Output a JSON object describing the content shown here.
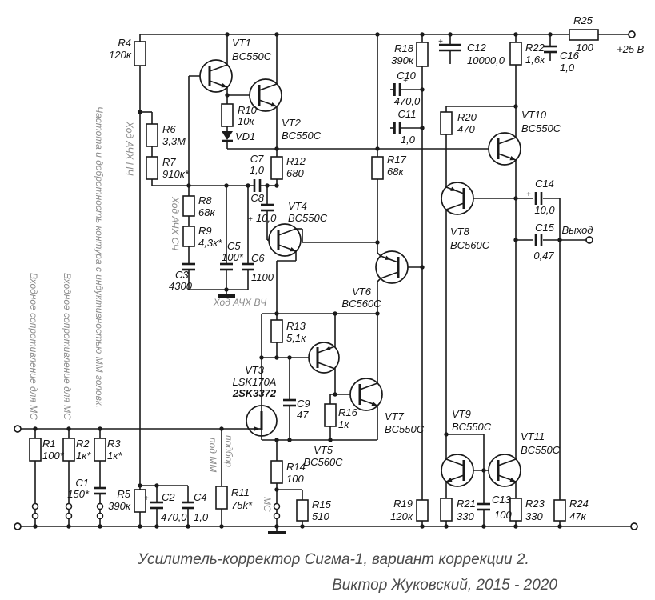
{
  "components": {
    "R1": {
      "label": "R1",
      "value": "100*"
    },
    "R2": {
      "label": "R2",
      "value": "1к*"
    },
    "R3": {
      "label": "R3",
      "value": "1к*"
    },
    "R4": {
      "label": "R4",
      "value": "120к"
    },
    "R5": {
      "label": "R5",
      "value": "390к"
    },
    "R6": {
      "label": "R6",
      "value": "3,3M"
    },
    "R7": {
      "label": "R7",
      "value": "910к*"
    },
    "R8": {
      "label": "R8",
      "value": "68к"
    },
    "R9": {
      "label": "R9",
      "value": "4,3к*"
    },
    "R10": {
      "label": "R10",
      "value": "10к"
    },
    "R11": {
      "label": "R11",
      "value": "75k*"
    },
    "R12": {
      "label": "R12",
      "value": "680"
    },
    "R13": {
      "label": "R13",
      "value": "5,1к"
    },
    "R14": {
      "label": "R14",
      "value": "100"
    },
    "R15": {
      "label": "R15",
      "value": "510"
    },
    "R16": {
      "label": "R16",
      "value": "1к"
    },
    "R17": {
      "label": "R17",
      "value": "68к"
    },
    "R18": {
      "label": "R18",
      "value": "390к"
    },
    "R19": {
      "label": "R19",
      "value": "120к"
    },
    "R20": {
      "label": "R20",
      "value": "470"
    },
    "R21": {
      "label": "R21",
      "value": "330"
    },
    "R22": {
      "label": "R22",
      "value": "1,6к"
    },
    "R23": {
      "label": "R23",
      "value": "330"
    },
    "R24": {
      "label": "R24",
      "value": "47к"
    },
    "R25": {
      "label": "R25",
      "value": "100"
    },
    "C1": {
      "label": "C1",
      "value": "150*"
    },
    "C2": {
      "label": "C2",
      "value": "470,0"
    },
    "C3": {
      "label": "C3",
      "value": "4300"
    },
    "C4": {
      "label": "C4",
      "value": "1,0"
    },
    "C5": {
      "label": "C5",
      "value": "100*"
    },
    "C6": {
      "label": "C6",
      "value": "1100"
    },
    "C7": {
      "label": "C7",
      "value": "1,0"
    },
    "C8": {
      "label": "C8",
      "value": "10,0"
    },
    "C9": {
      "label": "C9",
      "value": "47"
    },
    "C10": {
      "label": "C10",
      "value": "470,0"
    },
    "C11": {
      "label": "C11",
      "value": "1,0"
    },
    "C12": {
      "label": "C12",
      "value": "10000,0"
    },
    "C13": {
      "label": "C13",
      "value": "100"
    },
    "C14": {
      "label": "C14",
      "value": "10,0"
    },
    "C15": {
      "label": "C15",
      "value": "0,47"
    },
    "C16": {
      "label": "C16",
      "value": "1,0"
    },
    "VD1": {
      "label": "VD1",
      "value": ""
    },
    "VT1": {
      "label": "VT1",
      "value": "BC550C"
    },
    "VT2": {
      "label": "VT2",
      "value": "BC550C"
    },
    "VT3": {
      "label": "VT3",
      "value": "LSK170A",
      "value2": "2SK3372"
    },
    "VT4": {
      "label": "VT4",
      "value": "BC550C"
    },
    "VT5": {
      "label": "VT5",
      "value": "BC560C"
    },
    "VT6": {
      "label": "VT6",
      "value": "BC560C"
    },
    "VT7": {
      "label": "VT7",
      "value": "BC550C"
    },
    "VT8": {
      "label": "VT8",
      "value": "BC560C"
    },
    "VT9": {
      "label": "VT9",
      "value": "BC550C"
    },
    "VT10": {
      "label": "VT10",
      "value": "BC550C"
    },
    "VT11": {
      "label": "VT11",
      "value": "BC550C"
    }
  },
  "terminals": {
    "power": "+25 В",
    "output": "Выход"
  },
  "marks": {
    "plus": "+"
  },
  "notes": {
    "input_r_mc": "Входное сопротивление для МС",
    "freq_q": "Частота и добротность контура с индуктивностью ММ головк.",
    "lf": "Ход АЧХ НЧ",
    "mf": "Ход АЧХ СЧ",
    "hf": "Ход АЧХ ВЧ",
    "mm_sel": "подбор",
    "mm_sel2": "под ММ",
    "mc": "МС"
  },
  "captions": {
    "title": "Усилитель-корректор Сигма-1, вариант коррекции 2.",
    "author": "Виктор Жуковский, 2015 - 2020"
  },
  "colors": {
    "wire": "#1a1a1a",
    "note": "#8c8c8c",
    "caption": "#4c4c4c",
    "bg": "#ffffff"
  }
}
